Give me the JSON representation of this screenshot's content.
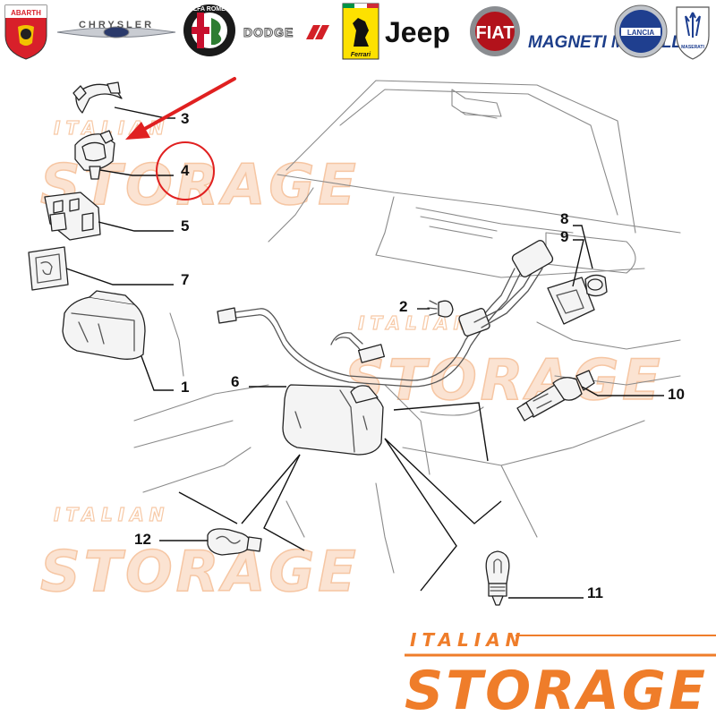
{
  "logos": [
    {
      "name": "abarth",
      "label": "ABARTH"
    },
    {
      "name": "chrysler",
      "label": "CHRYSLER"
    },
    {
      "name": "alfa-romeo",
      "label": "ALFA ROMEO"
    },
    {
      "name": "dodge",
      "label": "DODGE"
    },
    {
      "name": "ferrari",
      "label": "Ferrari"
    },
    {
      "name": "jeep",
      "label": "Jeep"
    },
    {
      "name": "fiat",
      "label": "FIAT"
    },
    {
      "name": "magneti-marelli",
      "label": "MAGNETI MARELLI"
    },
    {
      "name": "lancia",
      "label": "LANCIA"
    },
    {
      "name": "maserati",
      "label": "MASERATI"
    }
  ],
  "watermark": {
    "top_word": "ITALIAN",
    "bottom_word": "STORAGE"
  },
  "brand": {
    "top_word": "ITALIAN",
    "bottom_word": "STORAGE",
    "color": "#ef7d2a"
  },
  "highlight": {
    "arrow_color": "#e02020",
    "circled_part": "4"
  },
  "callouts": [
    "1",
    "2",
    "3",
    "4",
    "5",
    "6",
    "7",
    "8",
    "9",
    "10",
    "11",
    "12"
  ]
}
